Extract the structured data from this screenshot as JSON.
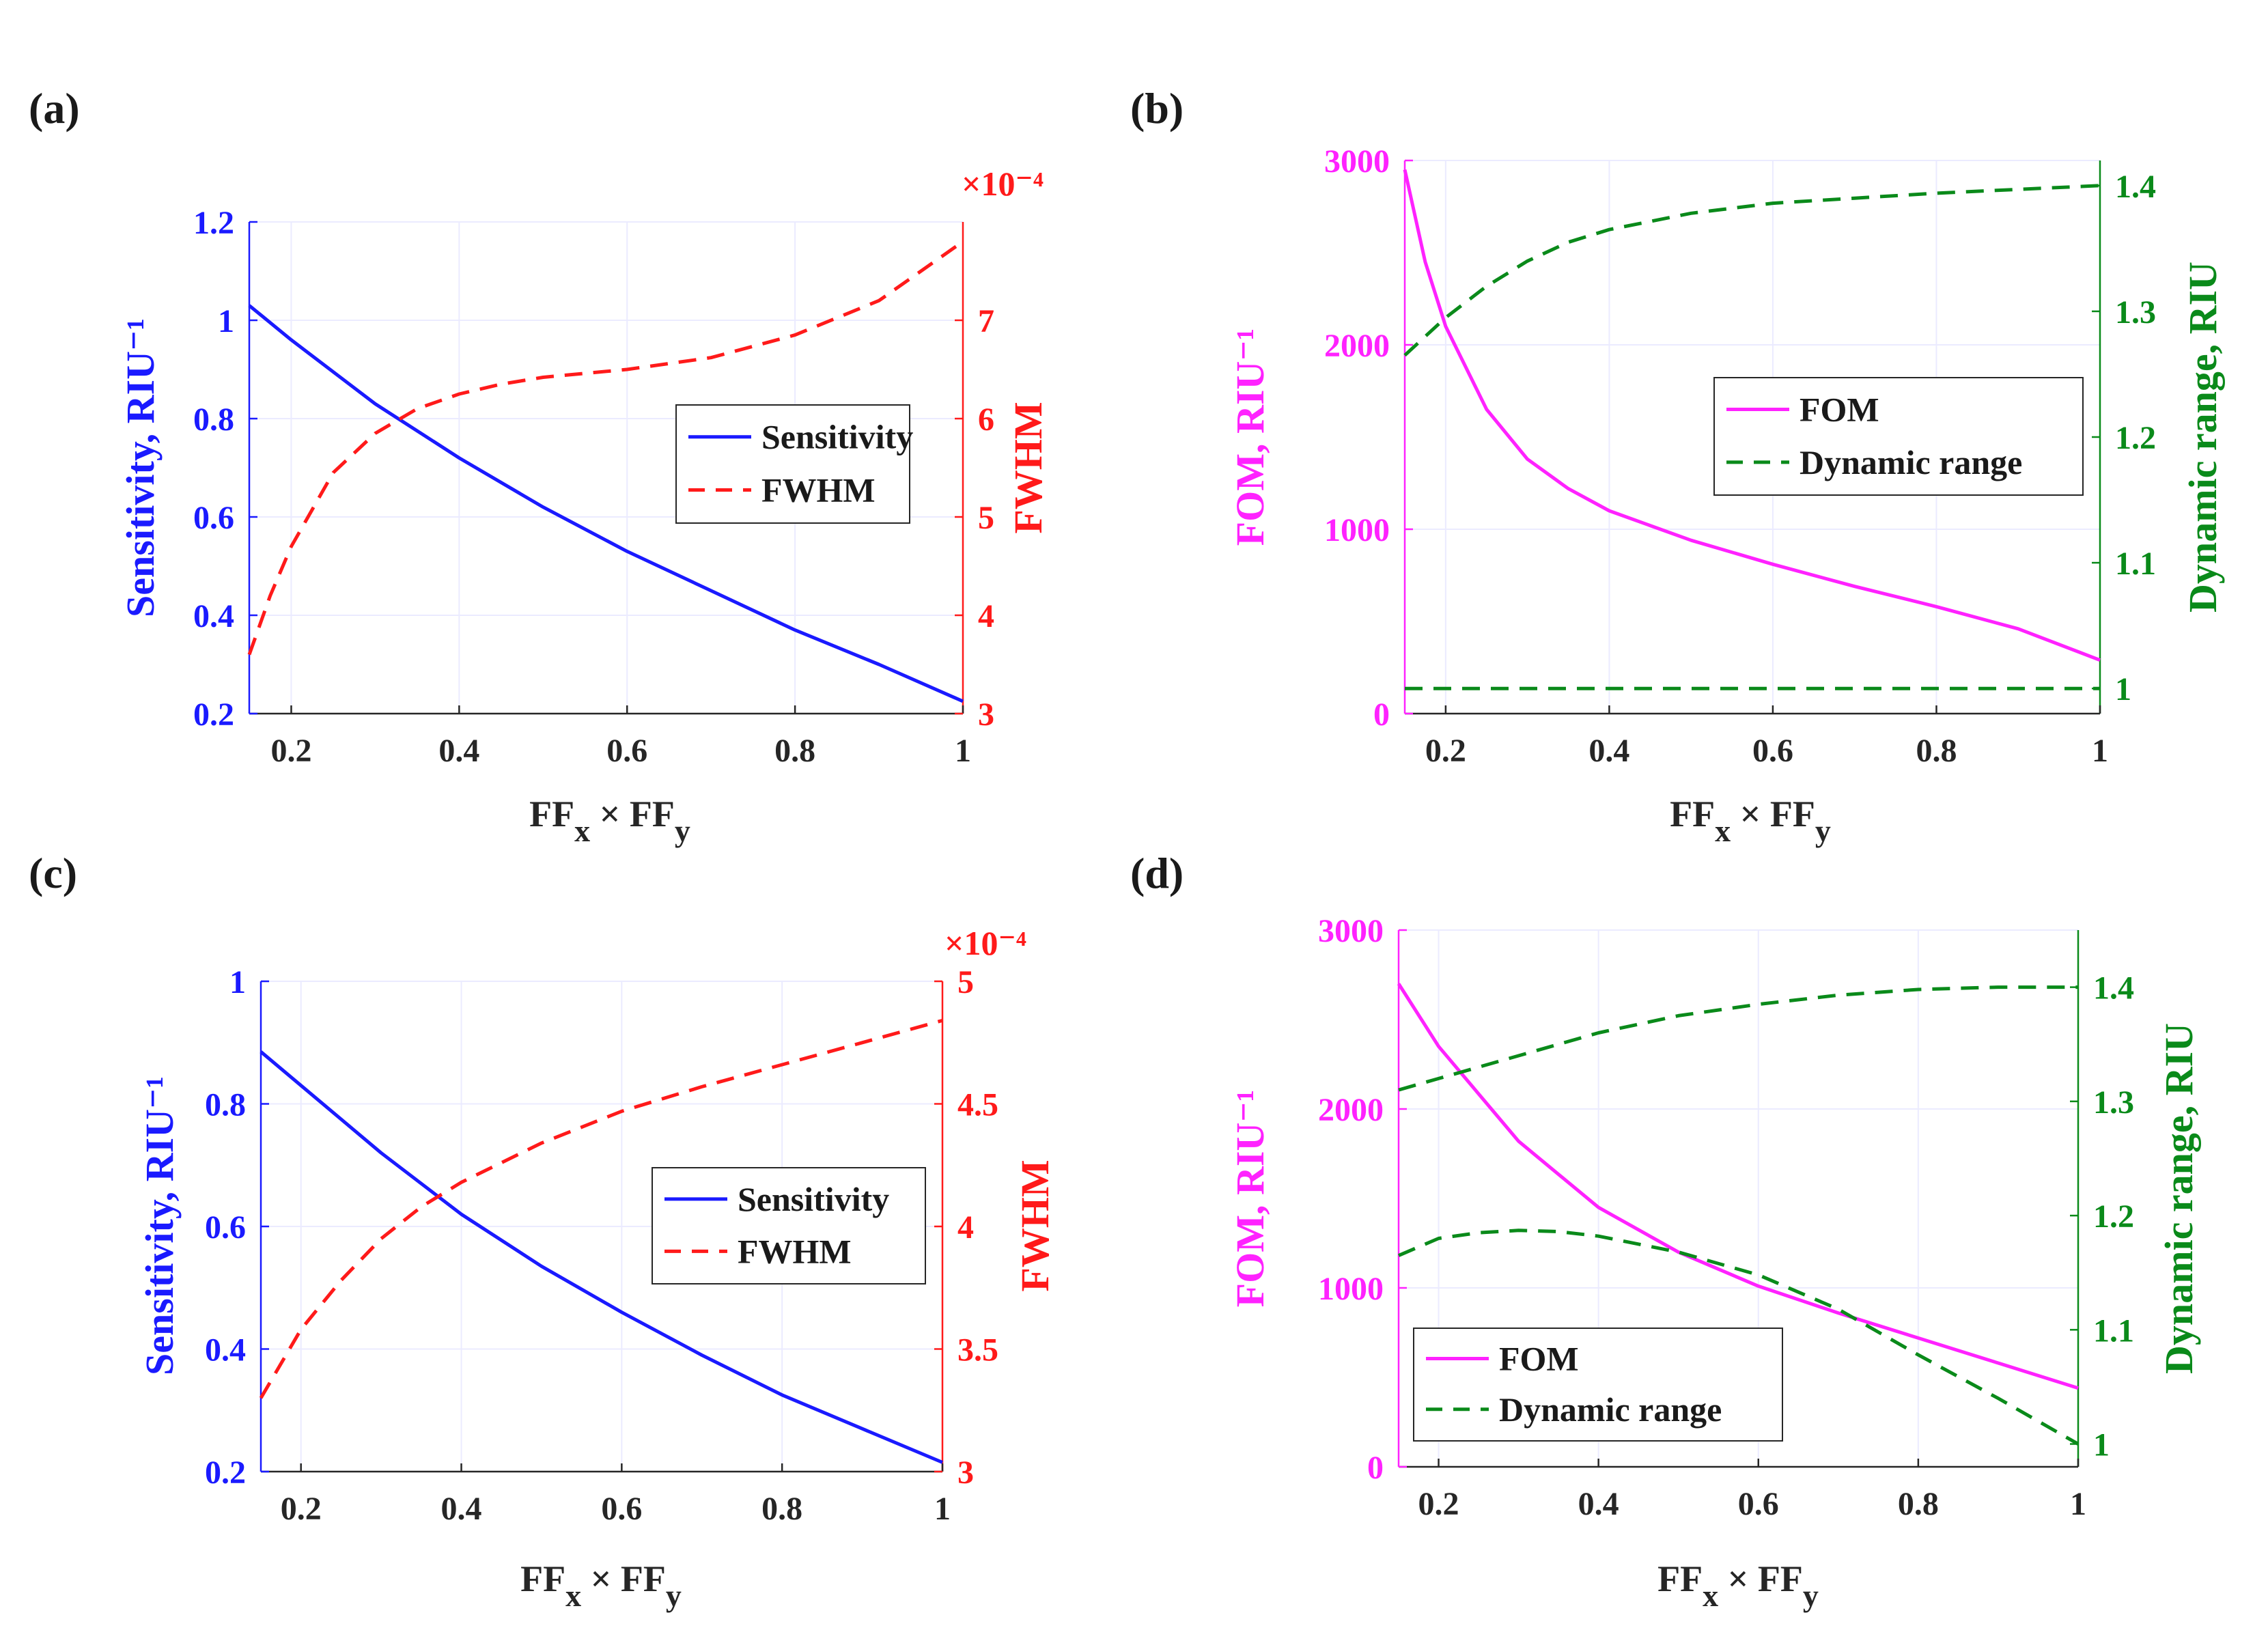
{
  "colors": {
    "blue": "#1a1aff",
    "red": "#ff1a1a",
    "magenta": "#ff22ff",
    "green": "#0a8a1a",
    "axis": "#262626",
    "grid": "#ebebff"
  },
  "chart_data": [
    {
      "panel_label": "(a)",
      "type": "line",
      "xlabel": "FF_x × FF_y",
      "ylabel_left": "Sensitivity,  RIU⁻¹",
      "ylabel_right": "FWHM",
      "right_exponent": "×10⁻⁴",
      "xlim": [
        0.15,
        1
      ],
      "ylim_left": [
        0.2,
        1.2
      ],
      "ylim_right": [
        3,
        8
      ],
      "xticks": [
        "0.2",
        "0.4",
        "0.6",
        "0.8",
        "1"
      ],
      "yticks_left": [
        "0.2",
        "0.4",
        "0.6",
        "0.8",
        "1",
        "1.2"
      ],
      "yticks_right": [
        "3",
        "4",
        "5",
        "6",
        "7"
      ],
      "grid": true,
      "legend": {
        "placement": "center-right",
        "entries": [
          "Sensitivity",
          "FWHM"
        ]
      },
      "series": [
        {
          "name": "Sensitivity",
          "axis": "left",
          "style": "solid",
          "color": "blue",
          "x": [
            0.15,
            0.2,
            0.3,
            0.4,
            0.5,
            0.6,
            0.7,
            0.8,
            0.9,
            1.0
          ],
          "y": [
            1.03,
            0.96,
            0.83,
            0.72,
            0.62,
            0.53,
            0.45,
            0.37,
            0.3,
            0.225
          ]
        },
        {
          "name": "FWHM",
          "axis": "right",
          "style": "dashed",
          "color": "red",
          "x": [
            0.15,
            0.175,
            0.2,
            0.25,
            0.3,
            0.35,
            0.4,
            0.45,
            0.5,
            0.6,
            0.7,
            0.8,
            0.9,
            1.0
          ],
          "y": [
            3.6,
            4.2,
            4.7,
            5.45,
            5.85,
            6.1,
            6.25,
            6.35,
            6.42,
            6.5,
            6.62,
            6.85,
            7.2,
            7.8
          ]
        }
      ]
    },
    {
      "panel_label": "(b)",
      "type": "line",
      "xlabel": "FF_x × FF_y",
      "ylabel_left": "FOM,  RIU⁻¹",
      "ylabel_right": "Dynamic range, RIU",
      "right_exponent": "",
      "xlim": [
        0.15,
        1
      ],
      "ylim_left": [
        0,
        3000
      ],
      "ylim_right": [
        0.98,
        1.42
      ],
      "xticks": [
        "0.2",
        "0.4",
        "0.6",
        "0.8",
        "1"
      ],
      "yticks_left": [
        "0",
        "1000",
        "2000",
        "3000"
      ],
      "yticks_right": [
        "1",
        "1.1",
        "1.2",
        "1.3",
        "1.4"
      ],
      "grid": true,
      "legend": {
        "placement": "center-right",
        "entries": [
          "FOM",
          "Dynamic range"
        ]
      },
      "series": [
        {
          "name": "FOM",
          "axis": "left",
          "style": "solid",
          "color": "magenta",
          "x": [
            0.15,
            0.175,
            0.2,
            0.25,
            0.3,
            0.35,
            0.4,
            0.5,
            0.6,
            0.7,
            0.8,
            0.9,
            1.0
          ],
          "y": [
            2950,
            2450,
            2100,
            1650,
            1380,
            1220,
            1100,
            940,
            810,
            690,
            580,
            460,
            290
          ]
        },
        {
          "name": "Dynamic range",
          "axis": "right",
          "style": "dashed",
          "color": "green",
          "x": [
            0.15,
            0.2,
            0.25,
            0.3,
            0.35,
            0.4,
            0.5,
            0.6,
            0.7,
            0.8,
            0.9,
            1.0
          ],
          "y": [
            1.265,
            1.295,
            1.32,
            1.34,
            1.355,
            1.365,
            1.378,
            1.386,
            1.39,
            1.394,
            1.397,
            1.4
          ]
        },
        {
          "name": "Dynamic range",
          "axis": "right",
          "style": "dashed",
          "color": "green",
          "x": [
            0.15,
            1.0
          ],
          "y": [
            1.0,
            1.0
          ]
        }
      ]
    },
    {
      "panel_label": "(c)",
      "type": "line",
      "xlabel": "FF_x × FF_y",
      "ylabel_left": "Sensitivity,  RIU⁻¹",
      "ylabel_right": "FWHM",
      "right_exponent": "×10⁻⁴",
      "xlim": [
        0.15,
        1
      ],
      "ylim_left": [
        0.2,
        1
      ],
      "ylim_right": [
        3,
        5
      ],
      "xticks": [
        "0.2",
        "0.4",
        "0.6",
        "0.8",
        "1"
      ],
      "yticks_left": [
        "0.2",
        "0.4",
        "0.6",
        "0.8",
        "1"
      ],
      "yticks_right": [
        "3",
        "3.5",
        "4",
        "4.5",
        "5"
      ],
      "grid": true,
      "legend": {
        "placement": "center-right",
        "entries": [
          "Sensitivity",
          "FWHM"
        ]
      },
      "series": [
        {
          "name": "Sensitivity",
          "axis": "left",
          "style": "solid",
          "color": "blue",
          "x": [
            0.15,
            0.2,
            0.3,
            0.4,
            0.5,
            0.6,
            0.7,
            0.8,
            0.9,
            1.0
          ],
          "y": [
            0.885,
            0.83,
            0.72,
            0.62,
            0.535,
            0.46,
            0.39,
            0.325,
            0.27,
            0.215
          ]
        },
        {
          "name": "FWHM",
          "axis": "right",
          "style": "dashed",
          "color": "red",
          "x": [
            0.15,
            0.2,
            0.25,
            0.3,
            0.35,
            0.4,
            0.5,
            0.6,
            0.7,
            0.8,
            0.9,
            1.0
          ],
          "y": [
            3.3,
            3.58,
            3.78,
            3.95,
            4.08,
            4.18,
            4.34,
            4.47,
            4.57,
            4.66,
            4.75,
            4.84
          ]
        }
      ]
    },
    {
      "panel_label": "(d)",
      "type": "line",
      "xlabel": "FF_x × FF_y",
      "ylabel_left": "FOM,  RIU⁻¹",
      "ylabel_right": "Dynamic range, RIU",
      "right_exponent": "",
      "xlim": [
        0.15,
        1
      ],
      "ylim_left": [
        0,
        3000
      ],
      "ylim_right": [
        0.98,
        1.45
      ],
      "xticks": [
        "0.2",
        "0.4",
        "0.6",
        "0.8",
        "1"
      ],
      "yticks_left": [
        "0",
        "1000",
        "2000",
        "3000"
      ],
      "yticks_right": [
        "1",
        "1.1",
        "1.2",
        "1.3",
        "1.4"
      ],
      "grid": true,
      "legend": {
        "placement": "bottom-left",
        "entries": [
          "FOM",
          "Dynamic range"
        ]
      },
      "series": [
        {
          "name": "FOM",
          "axis": "left",
          "style": "solid",
          "color": "magenta",
          "x": [
            0.15,
            0.2,
            0.3,
            0.4,
            0.5,
            0.6,
            0.7,
            0.8,
            0.9,
            1.0
          ],
          "y": [
            2700,
            2350,
            1820,
            1450,
            1200,
            1010,
            860,
            720,
            580,
            440
          ]
        },
        {
          "name": "Dynamic range",
          "axis": "right",
          "style": "dashed",
          "color": "green",
          "x": [
            0.15,
            0.2,
            0.3,
            0.4,
            0.5,
            0.6,
            0.7,
            0.8,
            0.9,
            1.0
          ],
          "y": [
            1.31,
            1.32,
            1.34,
            1.36,
            1.375,
            1.385,
            1.393,
            1.398,
            1.4,
            1.4
          ]
        },
        {
          "name": "Dynamic range",
          "axis": "right",
          "style": "dashed",
          "color": "green",
          "x": [
            0.15,
            0.2,
            0.25,
            0.3,
            0.35,
            0.4,
            0.5,
            0.6,
            0.7,
            0.8,
            0.9,
            1.0
          ],
          "y": [
            1.165,
            1.18,
            1.185,
            1.187,
            1.186,
            1.182,
            1.168,
            1.148,
            1.118,
            1.078,
            1.04,
            1.0
          ]
        }
      ]
    }
  ]
}
